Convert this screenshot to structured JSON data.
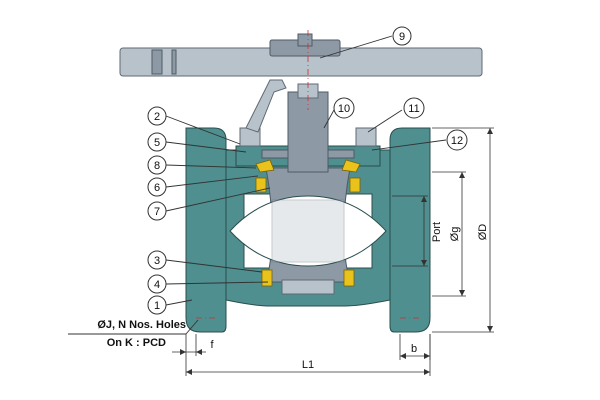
{
  "callouts": [
    {
      "id": "c1",
      "label": "1"
    },
    {
      "id": "c2",
      "label": "2"
    },
    {
      "id": "c3",
      "label": "3"
    },
    {
      "id": "c4",
      "label": "4"
    },
    {
      "id": "c5",
      "label": "5"
    },
    {
      "id": "c6",
      "label": "6"
    },
    {
      "id": "c7",
      "label": "7"
    },
    {
      "id": "c8",
      "label": "8"
    },
    {
      "id": "c9",
      "label": "9"
    },
    {
      "id": "c10",
      "label": "10"
    },
    {
      "id": "c11",
      "label": "11"
    },
    {
      "id": "c12",
      "label": "12"
    }
  ],
  "dimensions": {
    "port": "Port",
    "od": "ØD",
    "og": "Øg",
    "l1": "L1",
    "f": "f",
    "b": "b"
  },
  "notes": {
    "holes": "ØJ, N Nos. Holes",
    "pcd": "On K : PCD"
  },
  "colors": {
    "body": "#4f8f8f",
    "stem": "#8d9aa6",
    "seal": "#e9c21b"
  }
}
